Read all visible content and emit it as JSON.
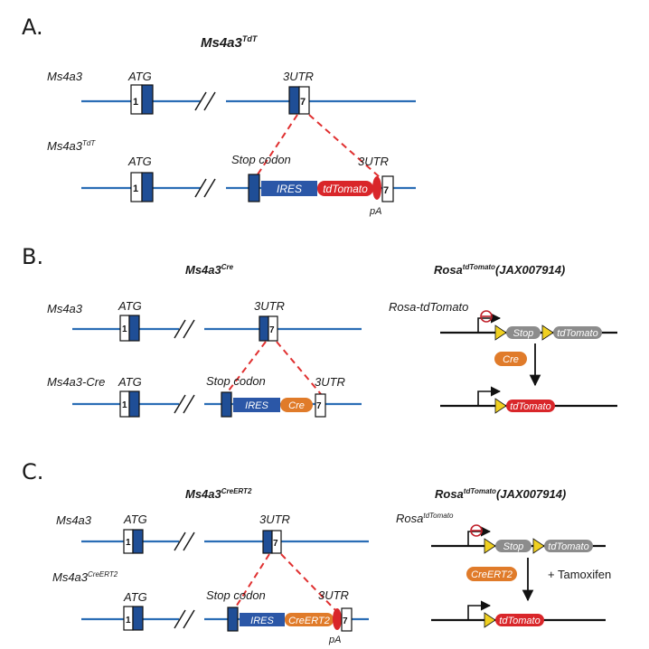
{
  "colors": {
    "dna_line": "#2a6db5",
    "exon_fill": "#1f4e96",
    "ires": "#2b57a7",
    "tdtomato": "#d9262a",
    "cre": "#e07b2a",
    "stop": "#8c8c8c",
    "loxp": "#f0d020",
    "dashed_connector": "#e03030"
  },
  "section_a": {
    "label": "A.",
    "title_main": "Ms4a3",
    "title_sup": "TdT",
    "line1_name": "Ms4a3",
    "line2_name_main": "Ms4a3",
    "line2_name_sup": "TdT",
    "atg": "ATG",
    "utr": "3UTR",
    "stop_codon": "Stop codon",
    "exon1": "1",
    "exon7": "7",
    "ires": "IRES",
    "reporter": "tdTomato",
    "pa": "pA"
  },
  "section_b": {
    "label": "B.",
    "title_main": "Ms4a3",
    "title_sup": "Cre",
    "line1_name": "Ms4a3",
    "line2_name": "Ms4a3-Cre",
    "atg": "ATG",
    "utr": "3UTR",
    "stop_codon": "Stop codon",
    "exon1": "1",
    "exon7": "7",
    "ires": "IRES",
    "cre": "Cre",
    "rosa_title_main": "Rosa",
    "rosa_title_sup": "tdTomato",
    "rosa_title_suffix": "(JAX007914)",
    "rosa_line_name": "Rosa-tdTomato",
    "stop": "Stop",
    "tdtomato": "tdTomato",
    "cre_enzyme": "Cre"
  },
  "section_c": {
    "label": "C.",
    "title_main": "Ms4a3",
    "title_sup": "CreERT2",
    "line1_name": "Ms4a3",
    "line2_name_main": "Ms4a3",
    "line2_name_sup": "CreERT2",
    "atg": "ATG",
    "utr": "3UTR",
    "stop_codon": "Stop codon",
    "exon1": "1",
    "exon7": "7",
    "ires": "IRES",
    "creert2": "CreERT2",
    "pa": "pA",
    "rosa_title_main": "Rosa",
    "rosa_title_sup": "tdTomato",
    "rosa_title_suffix": "(JAX007914)",
    "rosa_line_main": "Rosa",
    "rosa_line_sup": "tdTomato",
    "stop": "Stop",
    "tdtomato": "tdTomato",
    "cre_enzyme": "CreERT2",
    "tamoxifen": "+ Tamoxifen"
  }
}
